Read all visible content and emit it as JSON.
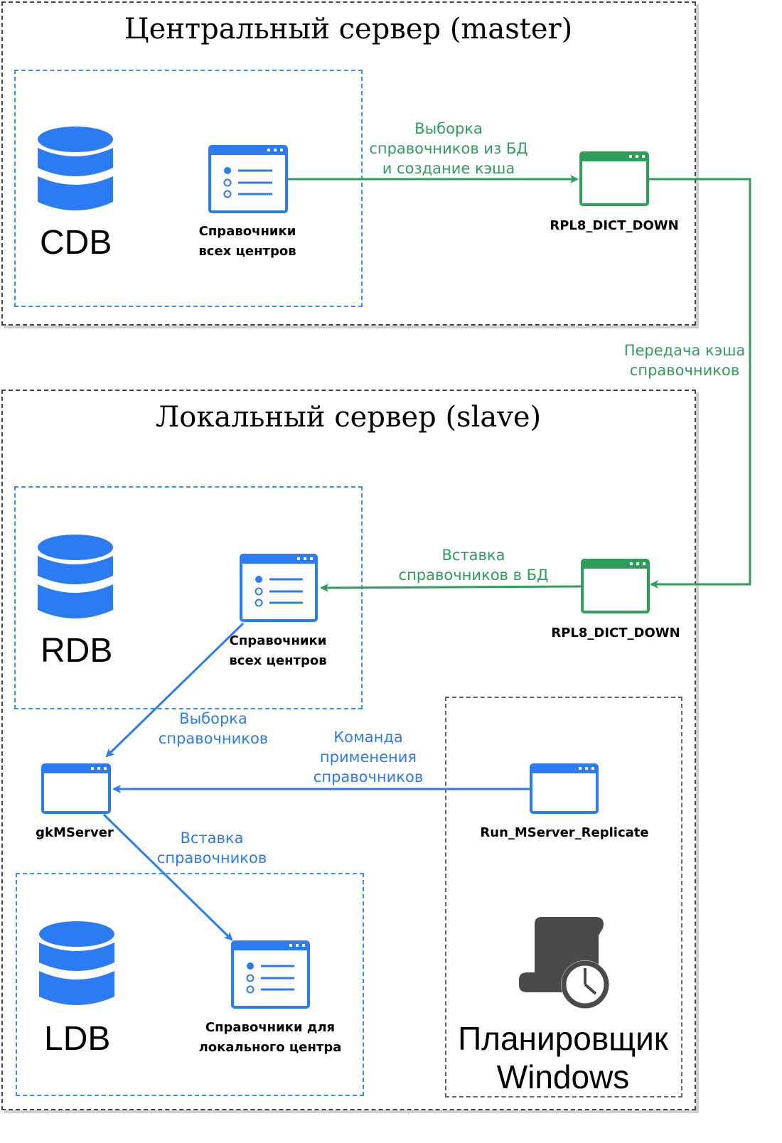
{
  "colors": {
    "blue": "#2b7bf2",
    "green": "#2e9e5b",
    "dark": "#4a4a4a"
  },
  "master": {
    "title": "Центральный сервер (master)",
    "db_label": "CDB",
    "dict_label": [
      "Справочники",
      "всех центров"
    ],
    "proc_label": "RPL8_DICT_DOWN",
    "edge_label": [
      "Выборка",
      "справочников из БД",
      "и создание кэша"
    ]
  },
  "transfer_label": [
    "Передача кэша",
    "справочников"
  ],
  "slave": {
    "title": "Локальный сервер (slave)",
    "rdb_label": "RDB",
    "dict_label": [
      "Справочники",
      "всех центров"
    ],
    "proc_label": "RPL8_DICT_DOWN",
    "insert_label": [
      "Вставка",
      "справочников в БД"
    ],
    "select_label": [
      "Выборка",
      "справочников"
    ],
    "command_label": [
      "Команда",
      "применения",
      "справочников"
    ],
    "server_label": "gkMServer",
    "replicate_label": "Run_MServer_Replicate",
    "insert2_label": [
      "Вставка",
      "справочников"
    ],
    "ldb_label": "LDB",
    "local_dict_label": [
      "Справочники для",
      "локального центра"
    ],
    "scheduler_label": [
      "Планировщик",
      "Windows"
    ]
  },
  "icons": [
    "database-icon",
    "list-window-icon",
    "window-icon",
    "script-clock-icon"
  ]
}
